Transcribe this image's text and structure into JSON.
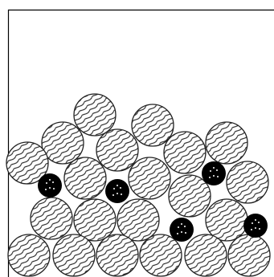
{
  "diagram": {
    "description_visible_text": "",
    "legend": [],
    "colors": {
      "background": "#ffffff",
      "container_line": "#000000",
      "large_particle_fill": "#ffffff",
      "large_particle_stroke": "#222222",
      "hatch_stroke": "#1a1a1a",
      "small_particle_fill": "#000000",
      "small_particle_dot": "#ffffff"
    },
    "particle_types": [
      {
        "id": "large-hatched-particle",
        "pattern": "wavy-hatch"
      },
      {
        "id": "small-black-particle",
        "pattern": "dotted-solid"
      }
    ]
  }
}
